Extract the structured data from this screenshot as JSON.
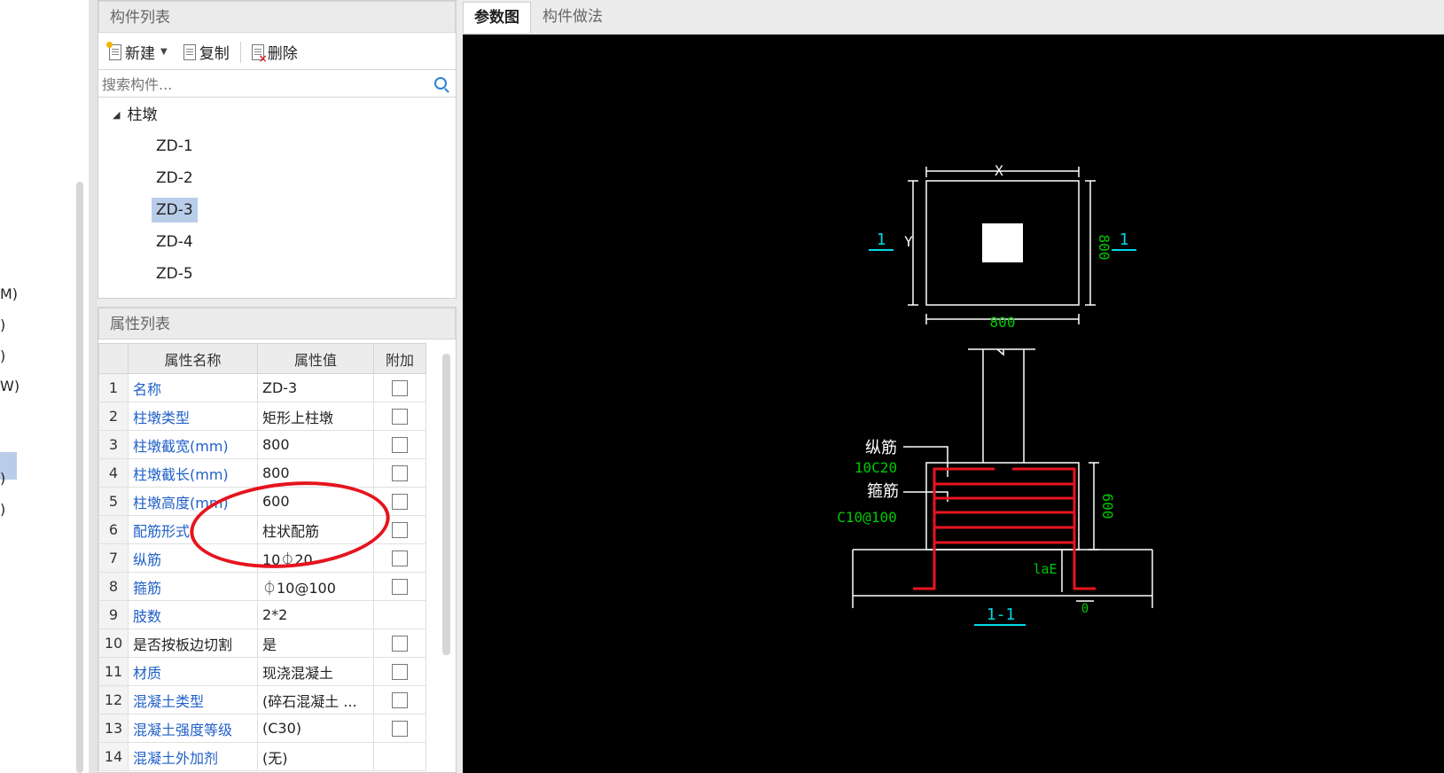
{
  "left_fragments": [
    "M)",
    ")",
    ")",
    "W)",
    ")",
    ")"
  ],
  "component_panel": {
    "title": "构件列表",
    "toolbar": {
      "new": "新建",
      "copy": "复制",
      "delete": "删除"
    },
    "search_placeholder": "搜索构件...",
    "tree": {
      "root": "柱墩",
      "items": [
        "ZD-1",
        "ZD-2",
        "ZD-3",
        "ZD-4",
        "ZD-5"
      ],
      "selected": "ZD-3"
    }
  },
  "property_panel": {
    "title": "属性列表",
    "headers": [
      "属性名称",
      "属性值",
      "附加"
    ],
    "rows": [
      {
        "n": "1",
        "name": "名称",
        "value": "ZD-3"
      },
      {
        "n": "2",
        "name": "柱墩类型",
        "value": "矩形上柱墩"
      },
      {
        "n": "3",
        "name": "柱墩截宽(mm)",
        "value": "800"
      },
      {
        "n": "4",
        "name": "柱墩截长(mm)",
        "value": "800"
      },
      {
        "n": "5",
        "name": "柱墩高度(mm)",
        "value": "600"
      },
      {
        "n": "6",
        "name": "配筋形式",
        "value": "柱状配筋"
      },
      {
        "n": "7",
        "name": "纵筋",
        "value": "10⏀20"
      },
      {
        "n": "8",
        "name": "箍筋",
        "value": "⏀10@100"
      },
      {
        "n": "9",
        "name": "肢数",
        "value": "2*2"
      },
      {
        "n": "10",
        "name": "是否按板边切割",
        "value": "是"
      },
      {
        "n": "11",
        "name": "材质",
        "value": "现浇混凝土"
      },
      {
        "n": "12",
        "name": "混凝土类型",
        "value": "(碎石混凝土 ..."
      },
      {
        "n": "13",
        "name": "混凝土强度等级",
        "value": "(C30)"
      },
      {
        "n": "14",
        "name": "混凝土外加剂",
        "value": "(无)"
      }
    ]
  },
  "drawing": {
    "tabs": [
      "参数图",
      "构件做法"
    ],
    "labels": {
      "x": "X",
      "y": "Y",
      "dim_width": "800",
      "dim_length": "800",
      "section_mark": "1",
      "longitudinal": "纵筋",
      "longitudinal_spec": "10C20",
      "stirrup": "箍筋",
      "stirrup_spec": "C10@100",
      "height": "600",
      "lae": "laE",
      "zero": "0",
      "section_title": "1-1"
    },
    "colors": {
      "background": "#000000",
      "line": "#ffffff",
      "dim": "#00c800",
      "mark": "#00d8e8",
      "rebar": "#e8141e"
    }
  }
}
